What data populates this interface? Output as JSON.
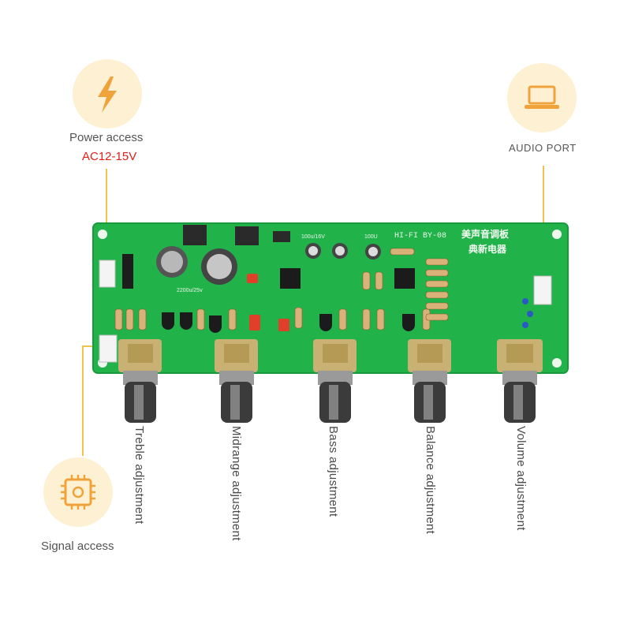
{
  "power": {
    "title": "Power access",
    "spec": "AC12-15V",
    "icon": "lightning-bolt-icon"
  },
  "audio": {
    "title": "AUDIO PORT",
    "icon": "laptop-icon"
  },
  "signal": {
    "title": "Signal access",
    "icon": "chip-icon"
  },
  "board": {
    "silk_title": "HI-FI BY-08",
    "silk_cn_line1": "美声音调板",
    "silk_cn_line2": "典新电器",
    "silk_cap1": "2200u/25v",
    "silk_cap2": "100u/16V",
    "silk_cap3": "100U"
  },
  "knobs": [
    {
      "label": "Treble adjustment"
    },
    {
      "label": "Midrange adjustment"
    },
    {
      "label": "Bass adjustment"
    },
    {
      "label": "Balance adjustment"
    },
    {
      "label": "Volume adjustment"
    }
  ],
  "colors": {
    "pcb": "#22b24a",
    "accent": "#f0a33a",
    "spec_red": "#e0201a",
    "circle_bg": "#fdf0d3",
    "leader": "#f2c14e"
  }
}
